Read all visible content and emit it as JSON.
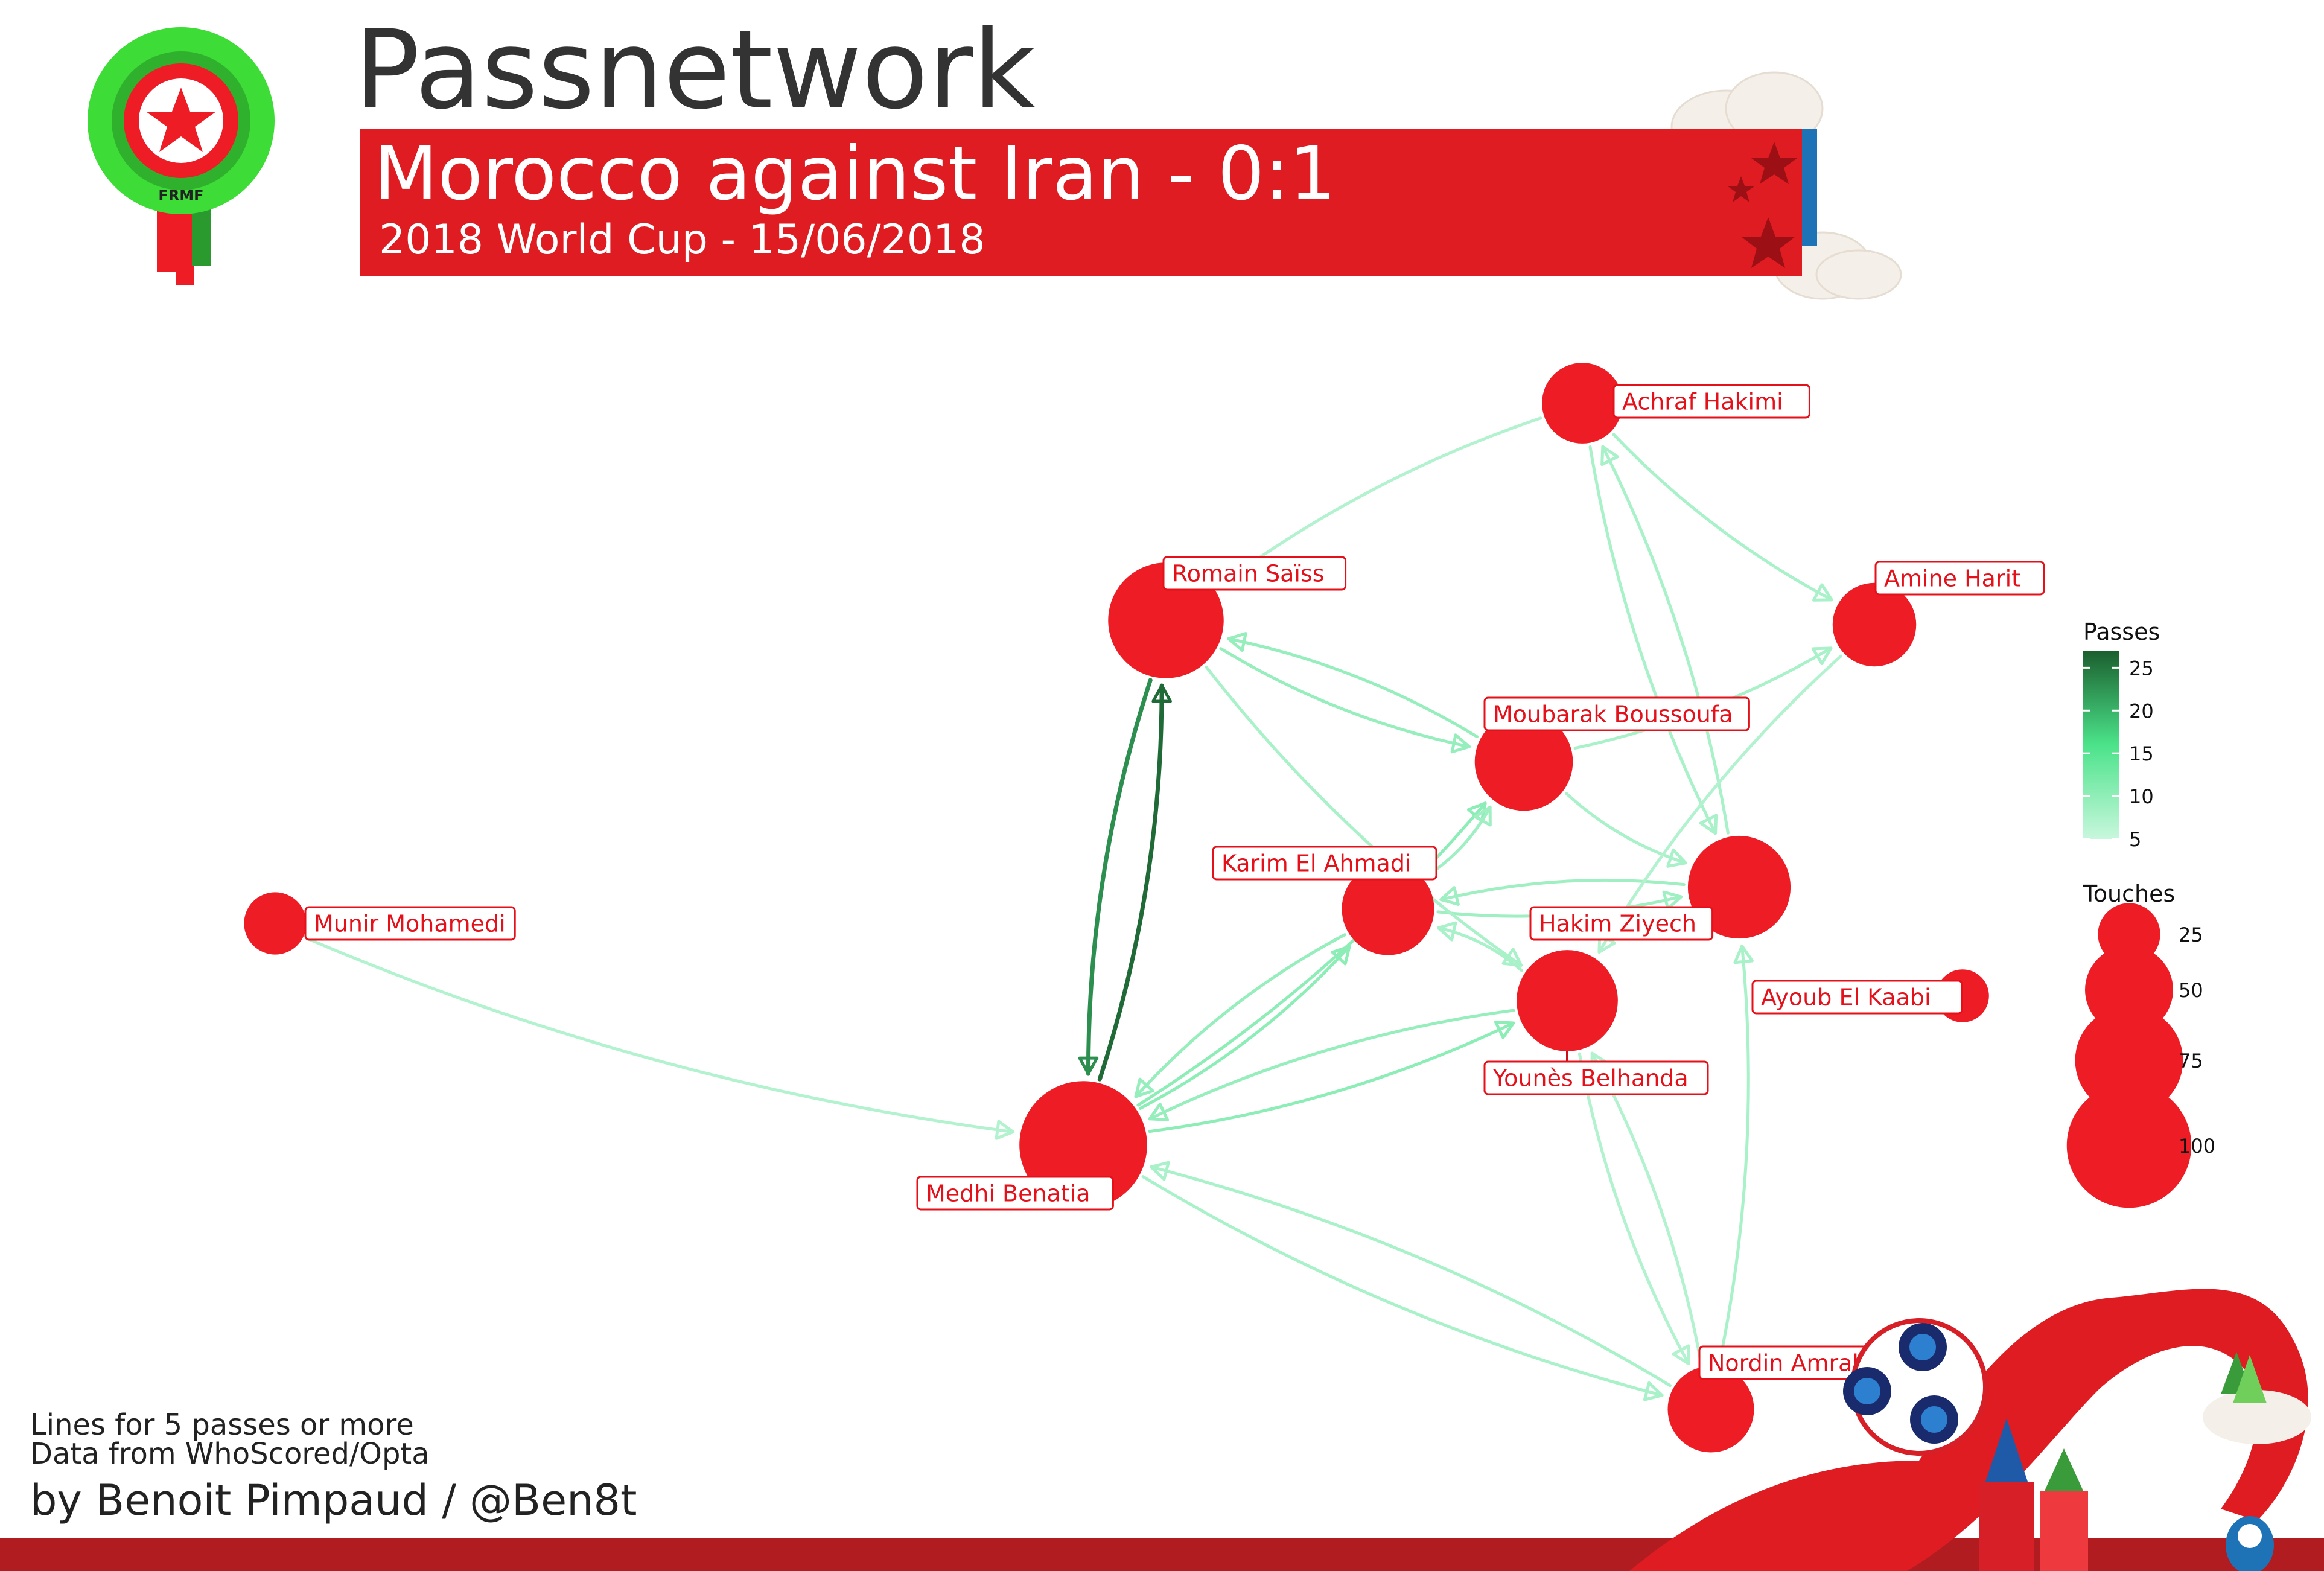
{
  "header": {
    "title": "Passnetwork",
    "banner_title": "Morocco against Iran - 0:1",
    "banner_subtitle": "2018 World Cup - 15/06/2018",
    "logo_text": "FRMF"
  },
  "footer": {
    "note1": "Lines for 5 passes or more",
    "note2": "Data from WhoScored/Opta",
    "credit": "by Benoit Pimpaud / @Ben8t"
  },
  "colors": {
    "node": "#ee1c25",
    "banner": "#de1c22",
    "banner_stripe": "#1e73b7",
    "footer_band": "#b01c20",
    "pass_low": "#b2f2cf",
    "pass_high": "#1b5e2e"
  },
  "chart_data": {
    "type": "network",
    "nodes": [
      {
        "id": "Achraf Hakimi",
        "touches": 42
      },
      {
        "id": "Romain Saïss",
        "touches": 86
      },
      {
        "id": "Amine Harit",
        "touches": 45
      },
      {
        "id": "Moubarak Boussoufa",
        "touches": 62
      },
      {
        "id": "Karim El Ahmadi",
        "touches": 55
      },
      {
        "id": "Hakim Ziyech",
        "touches": 68
      },
      {
        "id": "Munir Mohamedi",
        "touches": 25
      },
      {
        "id": "Younès Belhanda",
        "touches": 66
      },
      {
        "id": "Ayoub El Kaabi",
        "touches": 18
      },
      {
        "id": "Medhi Benatia",
        "touches": 105
      },
      {
        "id": "Nordin Amrabat",
        "touches": 48
      }
    ],
    "edges": [
      {
        "from": "Medhi Benatia",
        "to": "Romain Saïss",
        "passes": 26
      },
      {
        "from": "Romain Saïss",
        "to": "Medhi Benatia",
        "passes": 23
      },
      {
        "from": "Achraf Hakimi",
        "to": "Romain Saïss",
        "passes": 5
      },
      {
        "from": "Achraf Hakimi",
        "to": "Amine Harit",
        "passes": 6
      },
      {
        "from": "Achraf Hakimi",
        "to": "Hakim Ziyech",
        "passes": 6
      },
      {
        "from": "Hakim Ziyech",
        "to": "Achraf Hakimi",
        "passes": 6
      },
      {
        "from": "Moubarak Boussoufa",
        "to": "Romain Saïss",
        "passes": 8
      },
      {
        "from": "Romain Saïss",
        "to": "Moubarak Boussoufa",
        "passes": 8
      },
      {
        "from": "Moubarak Boussoufa",
        "to": "Amine Harit",
        "passes": 6
      },
      {
        "from": "Moubarak Boussoufa",
        "to": "Hakim Ziyech",
        "passes": 6
      },
      {
        "from": "Medhi Benatia",
        "to": "Moubarak Boussoufa",
        "passes": 9
      },
      {
        "from": "Medhi Benatia",
        "to": "Karim El Ahmadi",
        "passes": 9
      },
      {
        "from": "Karim El Ahmadi",
        "to": "Medhi Benatia",
        "passes": 8
      },
      {
        "from": "Karim El Ahmadi",
        "to": "Moubarak Boussoufa",
        "passes": 7
      },
      {
        "from": "Karim El Ahmadi",
        "to": "Hakim Ziyech",
        "passes": 7
      },
      {
        "from": "Hakim Ziyech",
        "to": "Karim El Ahmadi",
        "passes": 7
      },
      {
        "from": "Romain Saïss",
        "to": "Younès Belhanda",
        "passes": 6
      },
      {
        "from": "Younès Belhanda",
        "to": "Karim El Ahmadi",
        "passes": 6
      },
      {
        "from": "Medhi Benatia",
        "to": "Younès Belhanda",
        "passes": 9
      },
      {
        "from": "Younès Belhanda",
        "to": "Medhi Benatia",
        "passes": 8
      },
      {
        "from": "Amine Harit",
        "to": "Younès Belhanda",
        "passes": 5
      },
      {
        "from": "Munir Mohamedi",
        "to": "Medhi Benatia",
        "passes": 5
      },
      {
        "from": "Medhi Benatia",
        "to": "Nordin Amrabat",
        "passes": 6
      },
      {
        "from": "Nordin Amrabat",
        "to": "Medhi Benatia",
        "passes": 6
      },
      {
        "from": "Younès Belhanda",
        "to": "Nordin Amrabat",
        "passes": 5
      },
      {
        "from": "Nordin Amrabat",
        "to": "Younès Belhanda",
        "passes": 5
      },
      {
        "from": "Nordin Amrabat",
        "to": "Hakim Ziyech",
        "passes": 6
      }
    ],
    "legend": {
      "passes": {
        "title": "Passes",
        "ticks": [
          25,
          20,
          15,
          10,
          5
        ],
        "min": 5,
        "max": 27
      },
      "touches": {
        "title": "Touches",
        "ticks": [
          25,
          50,
          75,
          100
        ]
      }
    }
  }
}
